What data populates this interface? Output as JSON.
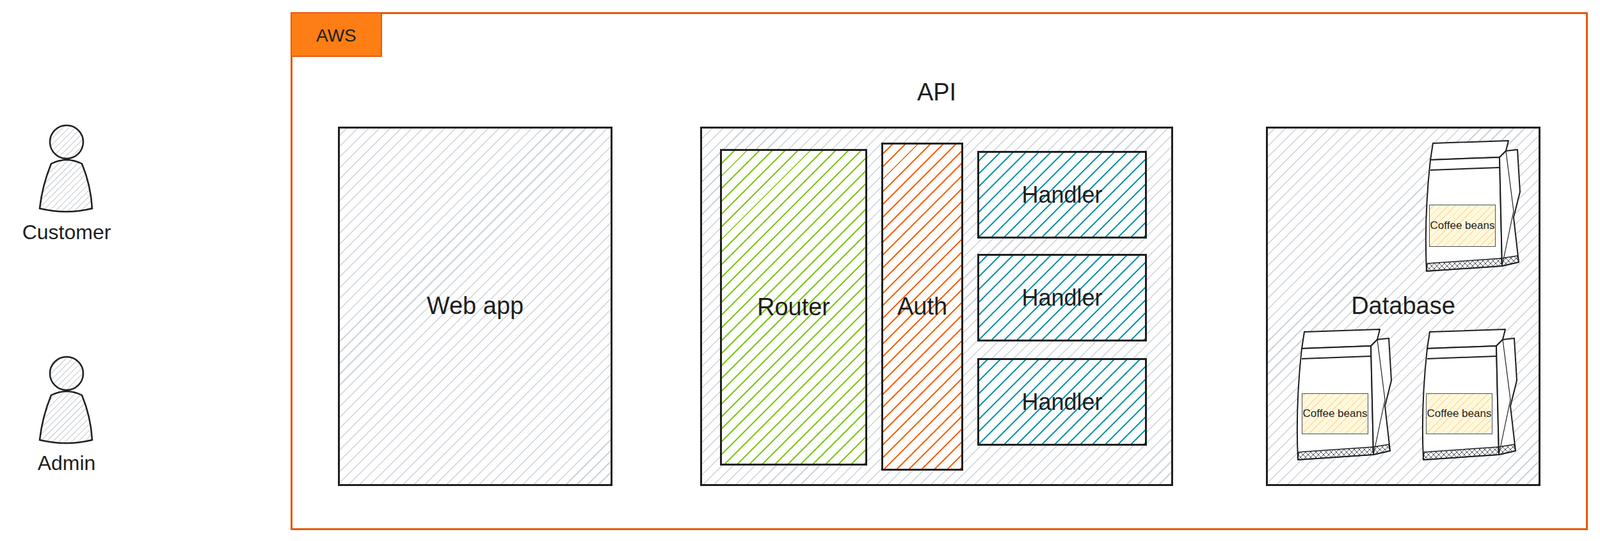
{
  "diagram": {
    "nodes": [
      {
        "text": [
          "AWS"
        ]
      },
      {
        "text": [
          "Web app"
        ],
        "in": 0
      },
      {
        "text": [
          "API"
        ],
        "in": 0
      },
      {
        "text": [
          "Router"
        ],
        "in": 2
      },
      {
        "text": [
          "Auth"
        ],
        "in": 2
      },
      {
        "text": [
          "Handler"
        ],
        "in": 2
      },
      {
        "text": [
          "Handler"
        ],
        "in": 2
      },
      {
        "text": [
          "Handler"
        ],
        "in": 2
      },
      {
        "text": [
          "Database"
        ],
        "in": 0
      },
      {
        "text": [
          "Coffee beans"
        ],
        "in": 8
      },
      {
        "text": [
          "Coffee beans"
        ],
        "in": 8
      },
      {
        "text": [
          "Coffee beans"
        ],
        "in": 8
      }
    ],
    "labels": [
      "Customer",
      "Admin"
    ]
  }
}
